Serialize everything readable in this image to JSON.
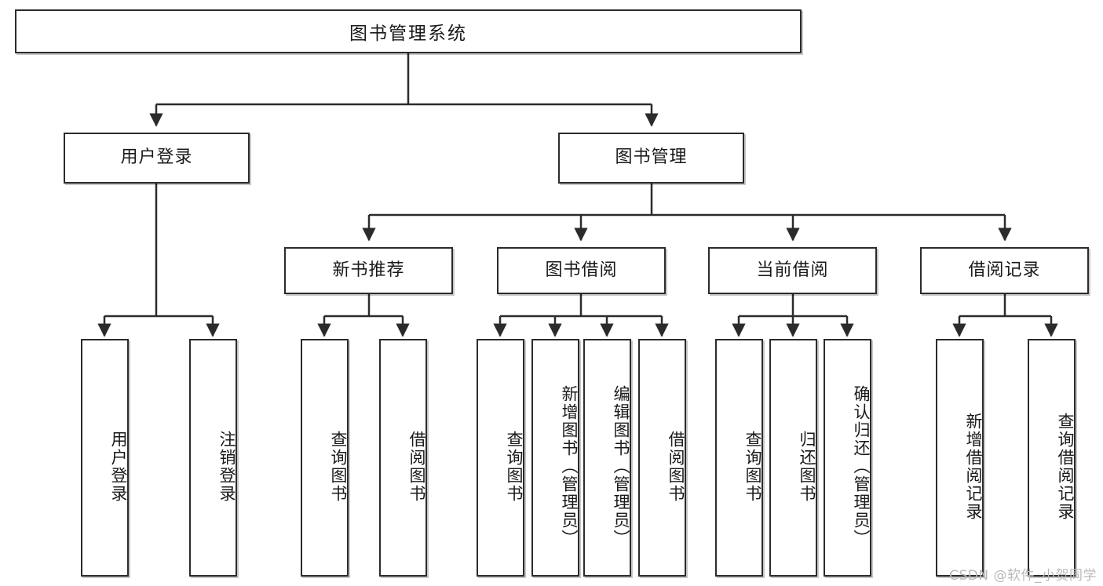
{
  "diagram": {
    "type": "tree",
    "title": "图书管理系统",
    "root": {
      "label": "图书管理系统"
    },
    "level2": [
      {
        "label": "用户登录"
      },
      {
        "label": "图书管理"
      }
    ],
    "level3": [
      {
        "label": "新书推荐"
      },
      {
        "label": "图书借阅"
      },
      {
        "label": "当前借阅"
      },
      {
        "label": "借阅记录"
      }
    ],
    "leaves": {
      "user_login": [
        {
          "label": "用户登录"
        },
        {
          "label": "注销登录"
        }
      ],
      "new_book_recommend": [
        {
          "label": "查询图书"
        },
        {
          "label": "借阅图书"
        }
      ],
      "book_borrow": [
        {
          "label": "查询图书"
        },
        {
          "label": "新增图书（管理员）"
        },
        {
          "label": "编辑图书（管理员）"
        },
        {
          "label": "借阅图书"
        }
      ],
      "current_borrow": [
        {
          "label": "查询图书"
        },
        {
          "label": "归还图书"
        },
        {
          "label": "确认归还（管理员）"
        }
      ],
      "borrow_record": [
        {
          "label": "新增借阅记录"
        },
        {
          "label": "查询借阅记录"
        }
      ]
    }
  },
  "watermark": {
    "text": "CSDN @软件_小贺同学"
  },
  "colors": {
    "background": "#ffffff",
    "box_border": "#2b2b2b",
    "box_fill": "#ffffff",
    "text": "#1a1a1a",
    "connector": "#2b2b2b",
    "watermark": "#b9b9b9"
  }
}
